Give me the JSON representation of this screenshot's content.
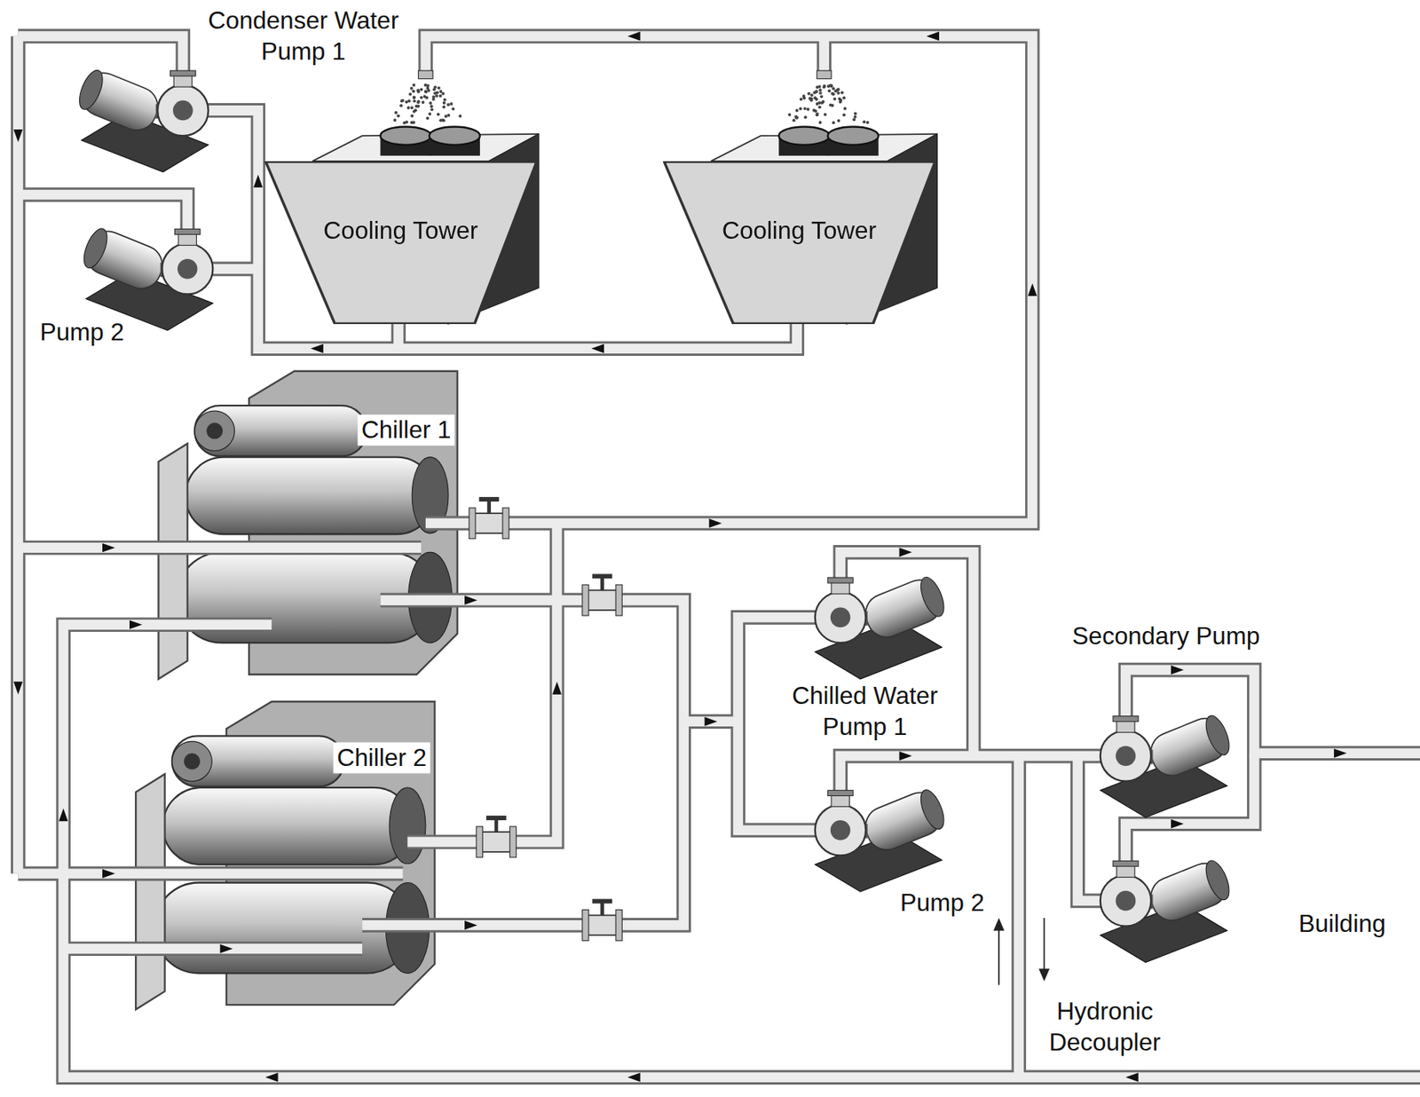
{
  "diagram": {
    "nodes": [
      {
        "text": [
          "Cooling Tower"
        ]
      },
      {
        "text": [
          "Cooling Tower"
        ]
      }
    ],
    "labels": [
      "Condenser Water Pump 1",
      "Pump 2",
      "Chiller 1",
      "Chiller 2",
      "Chilled Water Pump 1",
      "Secondary Pump",
      "Pump 2",
      "Building",
      "Hydronic Decoupler"
    ]
  }
}
